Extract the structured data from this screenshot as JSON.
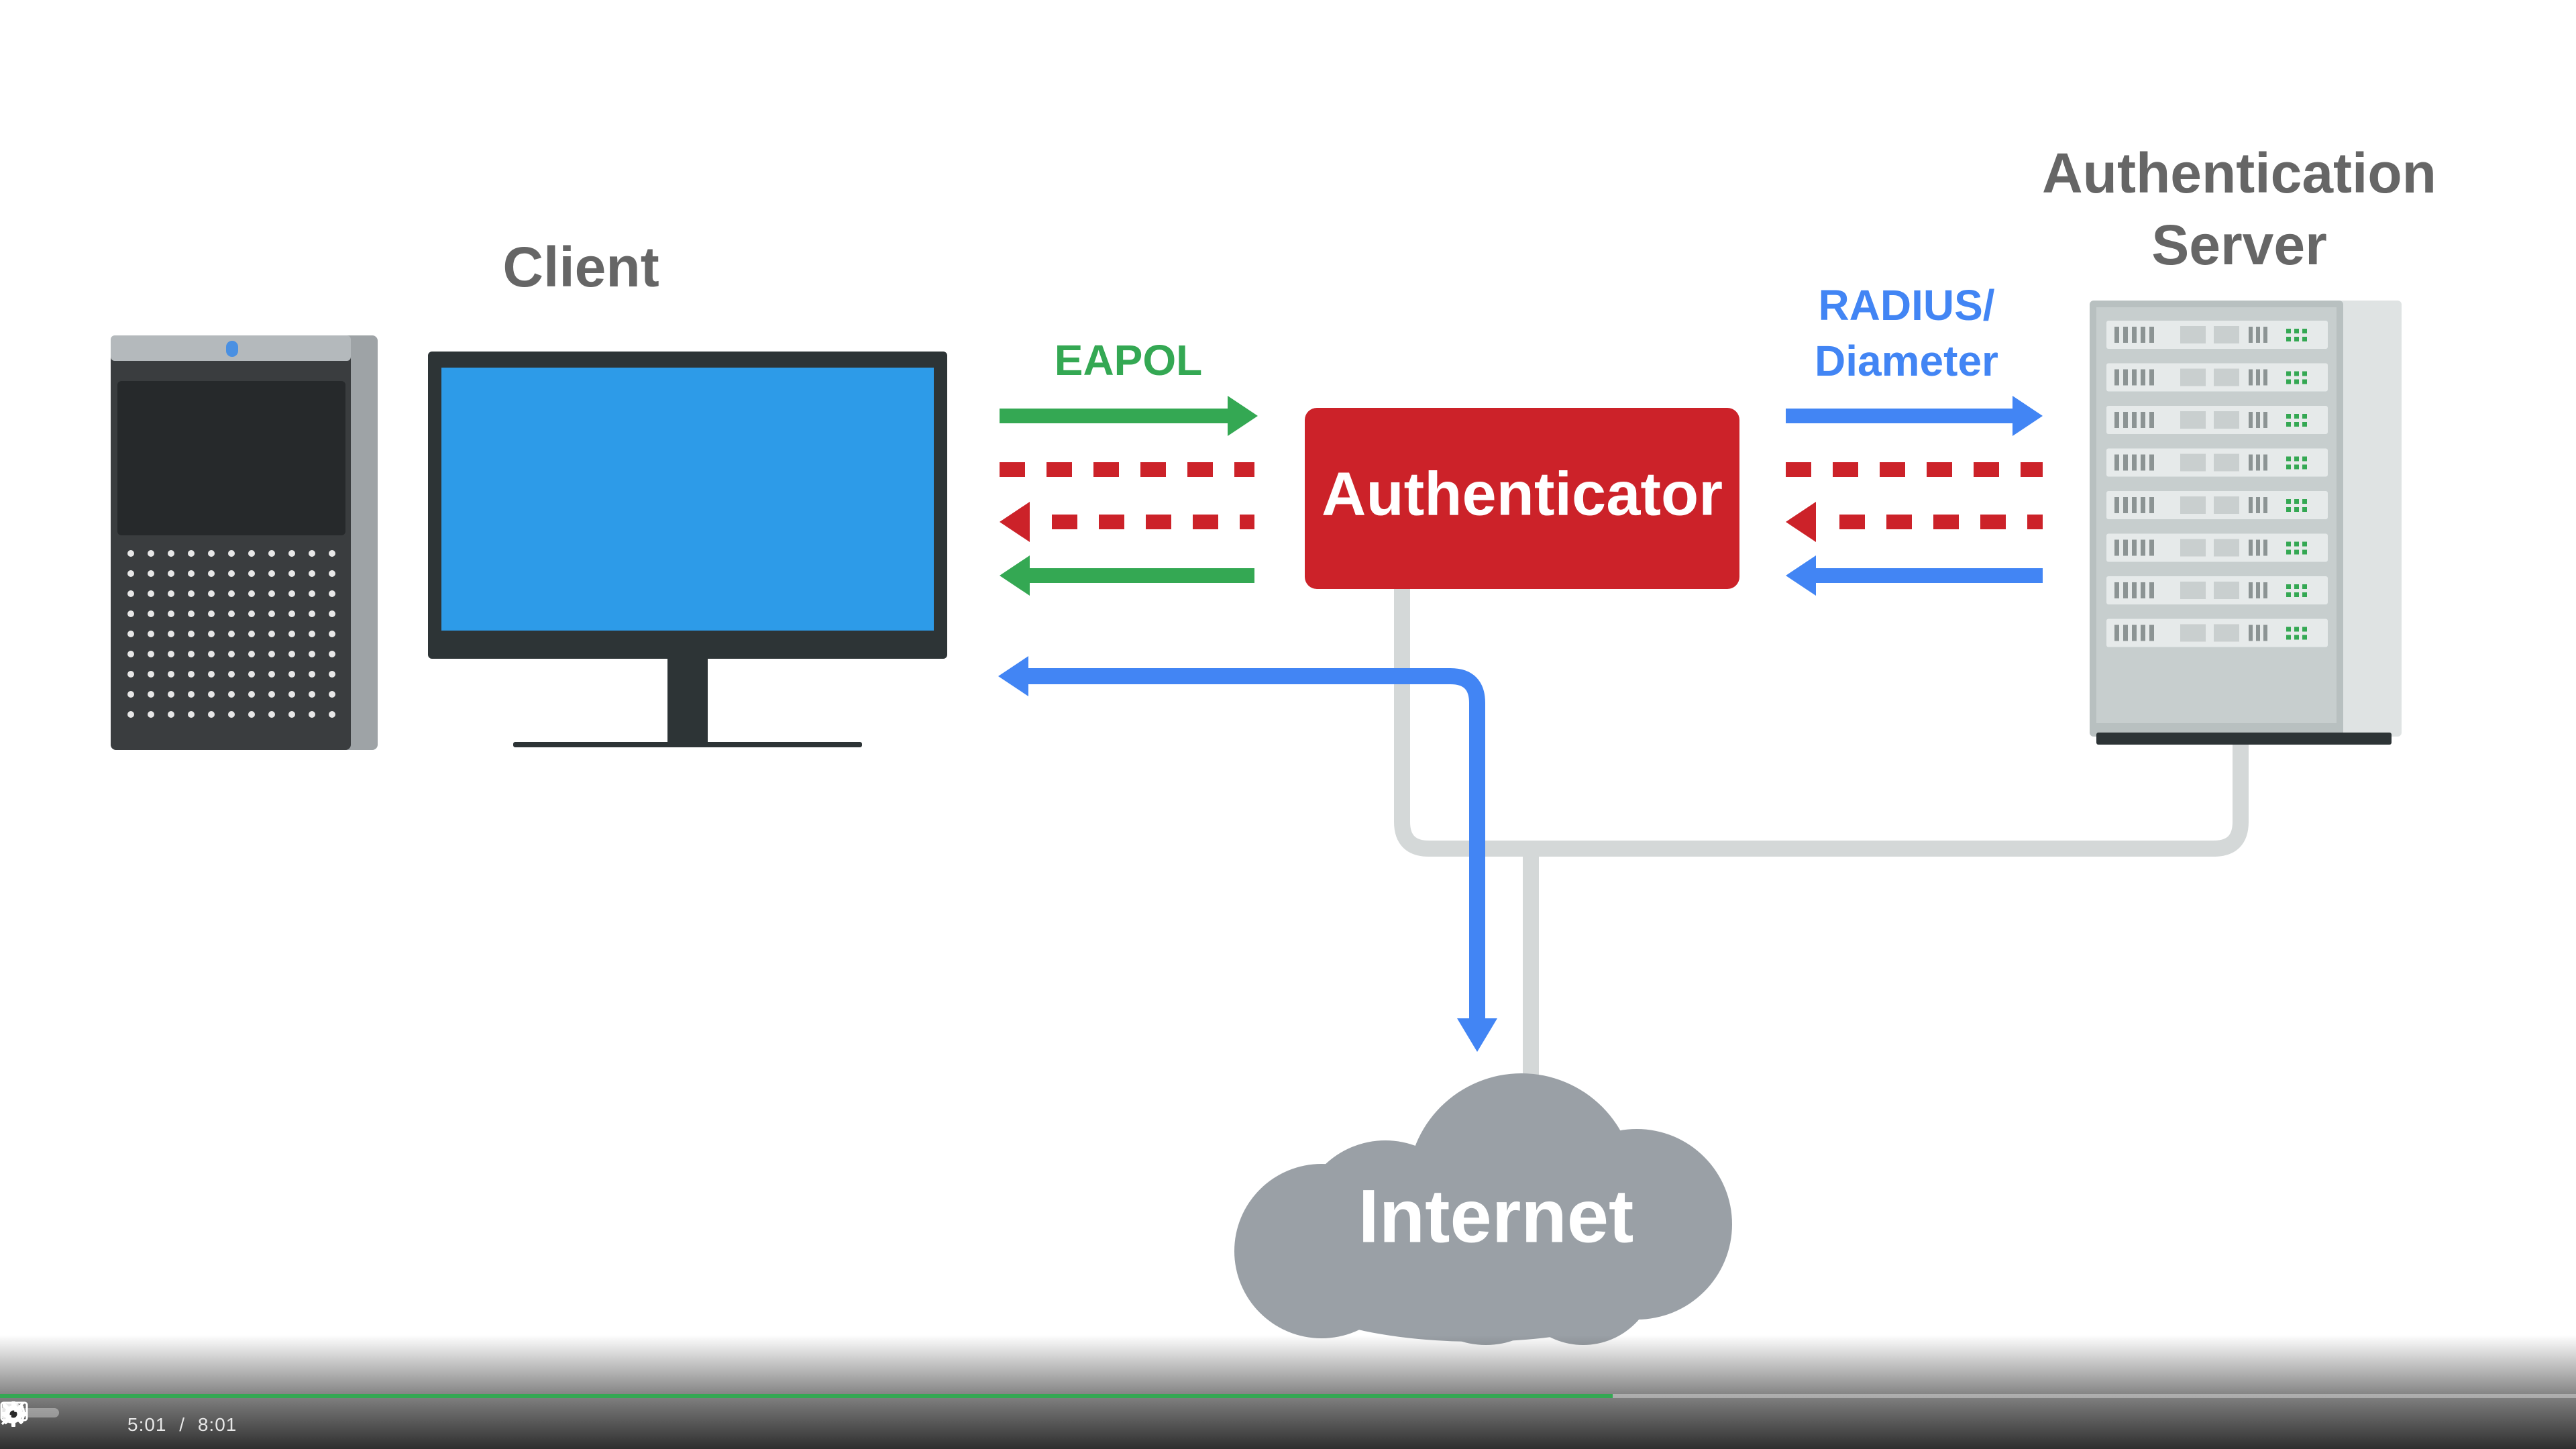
{
  "diagram": {
    "labels": {
      "client": "Client",
      "auth_server_line1": "Authentication",
      "auth_server_line2": "Server",
      "eapol": "EAPOL",
      "radius_line1": "RADIUS/",
      "radius_line2": "Diameter",
      "authenticator": "Authenticator",
      "internet": "Internet"
    },
    "colors": {
      "green": "#34a853",
      "red": "#cc2229",
      "blue": "#4285f4",
      "gray_text": "#666666",
      "cloud": "#9aa0a6",
      "wire": "#d4d8d8",
      "monitor_screen": "#2d9be8",
      "monitor_frame": "#2d3436"
    }
  },
  "player": {
    "current_time": "5:01",
    "separator": "/",
    "duration": "8:01",
    "progress_fraction": 0.626,
    "accent_color": "#34a853"
  }
}
